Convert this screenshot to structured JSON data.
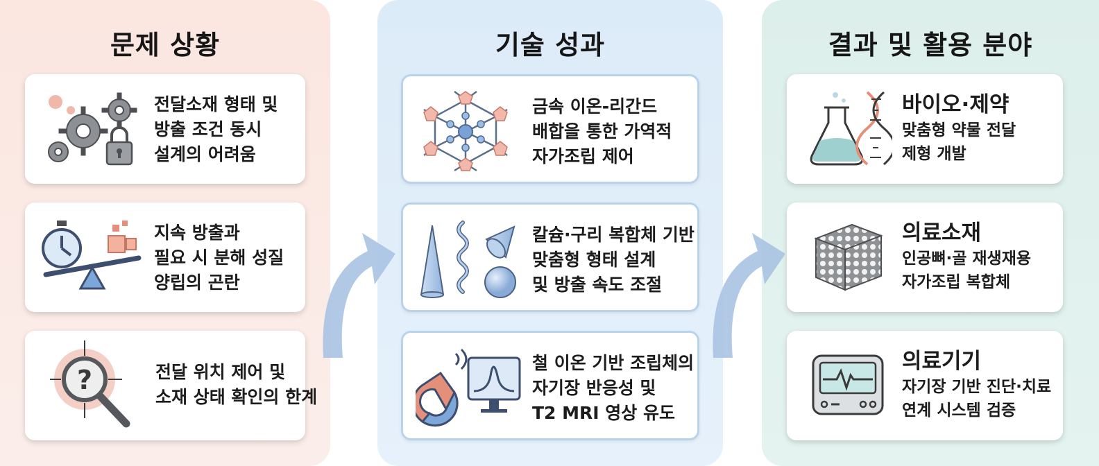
{
  "columns": [
    {
      "title": "문제 상황",
      "cards": [
        {
          "icon": "gears-lock-icon",
          "lines": [
            "전달소재 형태 및",
            "방출 조건 동시",
            "설계의 어려움"
          ]
        },
        {
          "icon": "stopwatch-balance-icon",
          "lines": [
            "지속 방출과",
            "필요 시 분해 성질",
            "양립의 곤란"
          ]
        },
        {
          "icon": "magnifier-question-icon",
          "lines": [
            "전달 위치 제어 및",
            "소재 상태 확인의 한계"
          ]
        }
      ]
    },
    {
      "title": "기술 성과",
      "cards": [
        {
          "icon": "molecular-network-icon",
          "lines": [
            "금속 이온-리간드",
            "배합을 통한 가역적",
            "자가조립 제어"
          ]
        },
        {
          "icon": "shapes-icon",
          "lines": [
            "칼슘·구리 복합체 기반",
            "맞춤형 형태 설계",
            "및 방출 속도 조절"
          ]
        },
        {
          "icon": "magnet-monitor-icon",
          "lines": [
            "철 이온 기반 조립체의",
            "자기장 반응성 및",
            "T2 MRI 영상 유도"
          ]
        }
      ]
    },
    {
      "title": "결과 및 활용 분야",
      "cards": [
        {
          "icon": "flask-dna-icon",
          "heading": "바이오·제약",
          "lines": [
            "맞춤형 약물 전달",
            "제형 개발"
          ]
        },
        {
          "icon": "scaffold-cube-icon",
          "heading": "의료소재",
          "lines": [
            "인공뼈·골 재생재용",
            "자가조립 복합체"
          ]
        },
        {
          "icon": "medical-monitor-icon",
          "heading": "의료기기",
          "lines": [
            "자기장 기반 진단·치료",
            "연계 시스템 검증"
          ]
        }
      ]
    }
  ],
  "colors": {
    "problem_bg": "#fbe6e0",
    "tech_bg": "#dcebf8",
    "result_bg": "#ddefeb",
    "arrow": "#a9c3e2",
    "accent_pink": "#e9a89b",
    "accent_blue": "#9dbde3"
  }
}
